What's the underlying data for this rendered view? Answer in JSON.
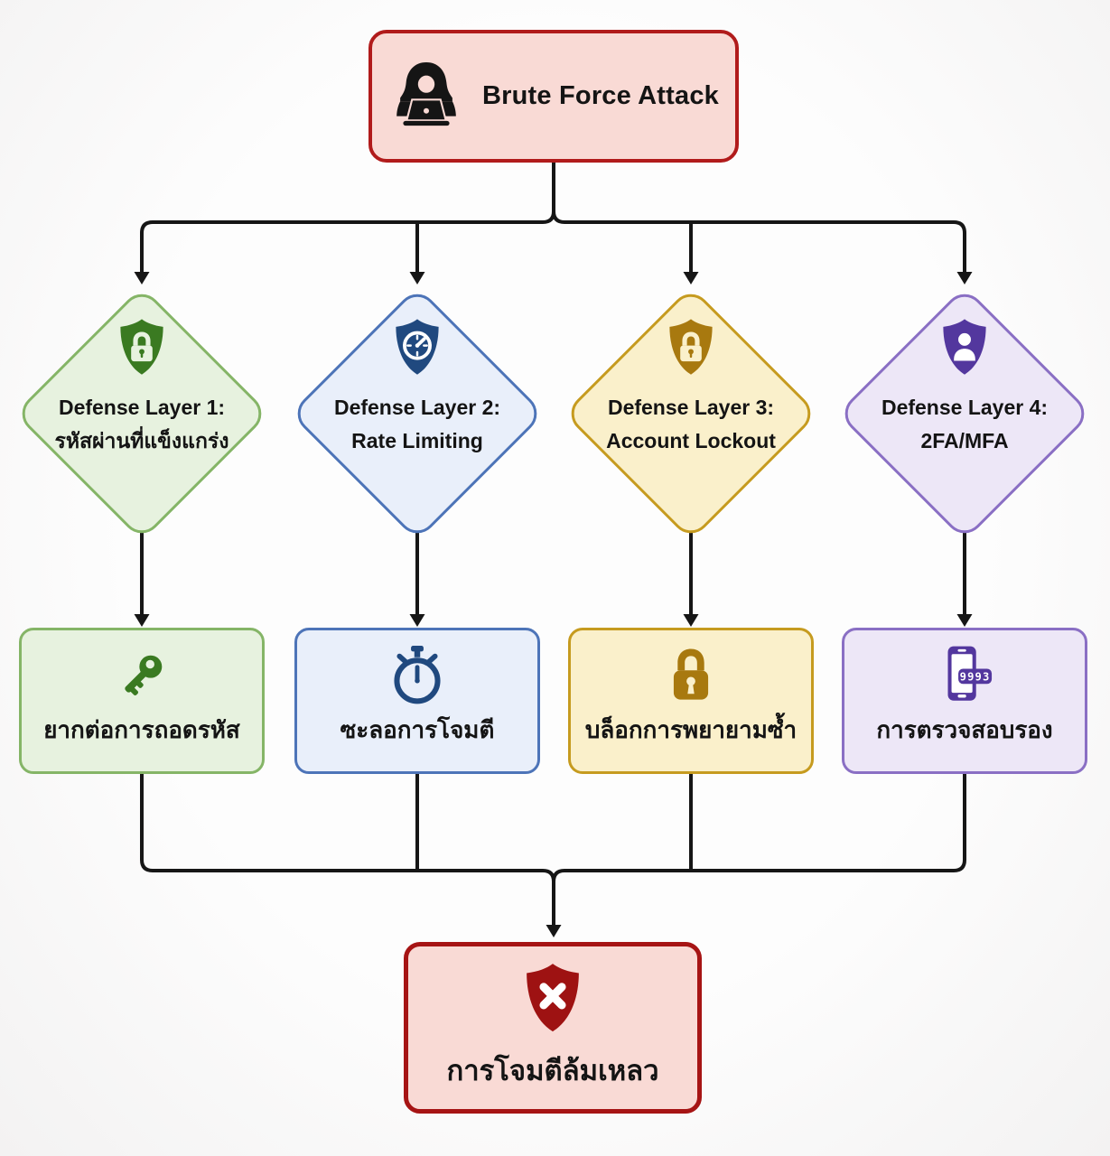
{
  "diagram": {
    "attack": {
      "label": "Brute Force Attack",
      "icon": "hacker-laptop-icon"
    },
    "defenses": [
      {
        "title": "Defense Layer 1:",
        "subtitle": "รหัสผ่านที่แข็งแกร่ง",
        "icon": "shield-lock-icon",
        "result": {
          "label": "ยากต่อการถอดรหัส",
          "icon": "key-icon"
        }
      },
      {
        "title": "Defense Layer 2:",
        "subtitle": "Rate Limiting",
        "icon": "shield-gauge-icon",
        "result": {
          "label": "ซะลอการโจมตี",
          "icon": "stopwatch-icon"
        }
      },
      {
        "title": "Defense Layer 3:",
        "subtitle": "Account Lockout",
        "icon": "shield-lock-icon",
        "result": {
          "label": "บล็อกการพยายามซ้ำ",
          "icon": "padlock-icon"
        }
      },
      {
        "title": "Defense Layer 4:",
        "subtitle": "2FA/MFA",
        "icon": "shield-person-icon",
        "result": {
          "label": "การตรวจสอบรอง",
          "icon": "phone-otp-icon",
          "otp_code": "9993"
        }
      }
    ],
    "outcome": {
      "label": "การโจมตีล้มเหลว",
      "icon": "shield-x-icon"
    }
  },
  "colors": {
    "attack-fill": "#f9dad5",
    "attack-border": "#b11b1b",
    "green-fill": "#e7f2df",
    "green-border": "#85b567",
    "green-icon": "#3a7a21",
    "blue-fill": "#e9effa",
    "blue-border": "#4d74b8",
    "blue-icon": "#20497f",
    "gold-fill": "#faf0cb",
    "gold-border": "#c69b1f",
    "gold-icon": "#a8790f",
    "purple-fill": "#ede7f7",
    "purple-border": "#8a6fc4",
    "purple-icon": "#53379e",
    "outcome-fill": "#f9dad5",
    "outcome-border": "#a61414",
    "outcome-icon": "#9e1212",
    "line": "#161616",
    "text": "#141414"
  }
}
